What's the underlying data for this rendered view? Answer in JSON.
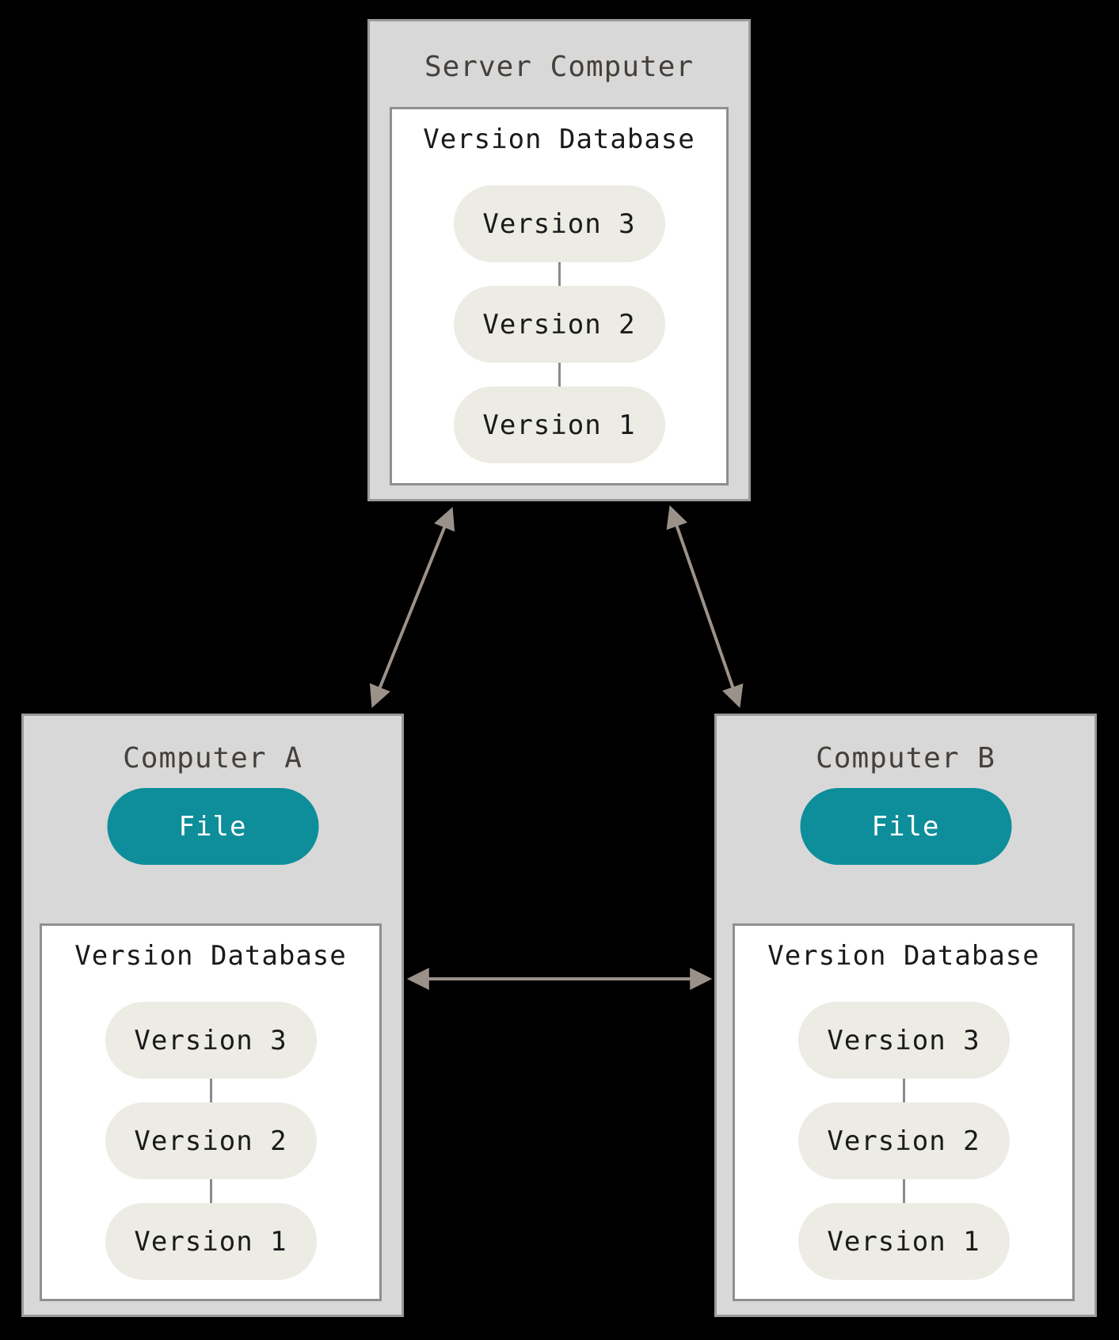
{
  "colors": {
    "background": "#000000",
    "box_fill": "#D8D8D8",
    "box_border": "#9A9A9A",
    "panel_fill": "#FFFFFF",
    "panel_border": "#8F8F8F",
    "version_pill_fill": "#ECEBE4",
    "file_pill_fill": "#0D8E9A",
    "file_pill_text": "#FFFFFF",
    "title_text": "#46403B",
    "body_text": "#1A1A1A",
    "arrow": "#9A9289"
  },
  "nodes": {
    "server": {
      "title": "Server Computer",
      "database": {
        "label": "Version Database",
        "versions": [
          "Version 3",
          "Version 2",
          "Version 1"
        ]
      }
    },
    "computer_a": {
      "title": "Computer A",
      "file_label": "File",
      "database": {
        "label": "Version Database",
        "versions": [
          "Version 3",
          "Version 2",
          "Version 1"
        ]
      }
    },
    "computer_b": {
      "title": "Computer B",
      "file_label": "File",
      "database": {
        "label": "Version Database",
        "versions": [
          "Version 3",
          "Version 2",
          "Version 1"
        ]
      }
    }
  }
}
